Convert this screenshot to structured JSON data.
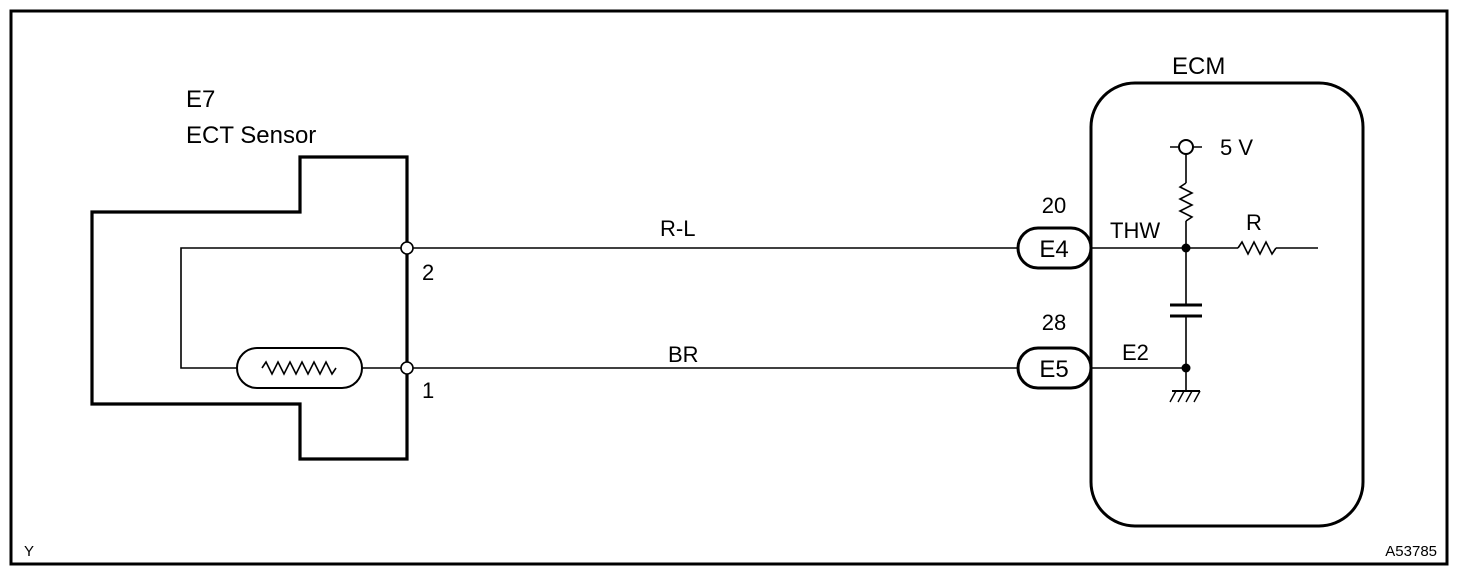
{
  "component": {
    "code": "E7",
    "name": "ECT Sensor",
    "pins": [
      "2",
      "1"
    ]
  },
  "wires": [
    {
      "color_code": "R-L"
    },
    {
      "color_code": "BR"
    }
  ],
  "ecm": {
    "title": "ECM",
    "supply_label": "5 V",
    "resistor_label": "R",
    "terminals": [
      {
        "pin": "20",
        "connector": "E4",
        "signal": "THW"
      },
      {
        "pin": "28",
        "connector": "E5",
        "signal": "E2"
      }
    ]
  },
  "footer": {
    "corner_left": "Y",
    "figure_id": "A53785"
  }
}
